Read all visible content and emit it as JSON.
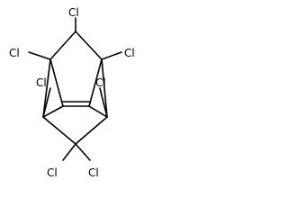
{
  "molecule": {
    "atoms": {
      "cl_top": "Cl",
      "cl_upper_left": "Cl",
      "cl_upper_right": "Cl",
      "cl_mid_left": "Cl",
      "cl_mid_right": "Cl",
      "cl_bottom_left": "Cl",
      "cl_bottom_right": "Cl"
    }
  }
}
